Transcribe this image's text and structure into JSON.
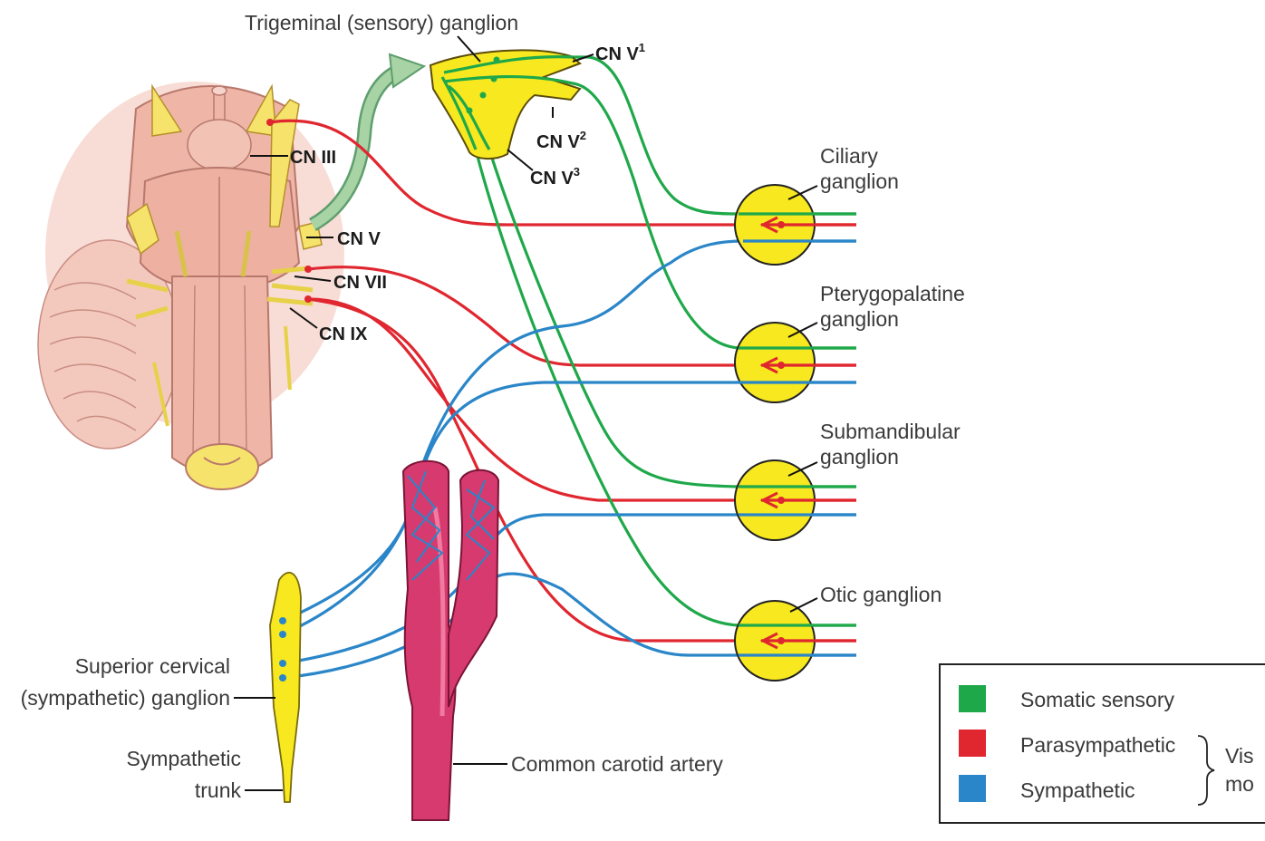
{
  "labels": {
    "trigeminal": "Trigeminal (sensory) ganglion",
    "cn_v1": "CN V",
    "cn_v1_sup": "1",
    "cn_v2": "CN V",
    "cn_v2_sup": "2",
    "cn_v3": "CN V",
    "cn_v3_sup": "3",
    "cn_iii": "CN III",
    "cn_v": "CN V",
    "cn_vii": "CN VII",
    "cn_ix": "CN IX",
    "ciliary_1": "Ciliary",
    "ciliary_2": "ganglion",
    "ptery_1": "Pterygopalatine",
    "ptery_2": "ganglion",
    "submand_1": "Submandibular",
    "submand_2": "ganglion",
    "otic": "Otic ganglion",
    "sup_cerv_1": "Superior cervical",
    "sup_cerv_2": "(sympathetic) ganglion",
    "symp_trunk_1": "Sympathetic",
    "symp_trunk_2": "trunk",
    "carotid": "Common carotid artery"
  },
  "legend": {
    "items": [
      {
        "label": "Somatic sensory",
        "color": "#1fa84a"
      },
      {
        "label": "Parasympathetic",
        "color": "#e0262f"
      },
      {
        "label": "Sympathetic",
        "color": "#2a86c8"
      }
    ],
    "brace_1": "Vis",
    "brace_2": "mo"
  },
  "colors": {
    "somatic": "#1fa84a",
    "parasympathetic": "#e0262f",
    "sympathetic": "#2a86c8",
    "ganglion_fill": "#f7e81f",
    "artery": "#d63a6e",
    "brainstem": "#f0b3a3"
  }
}
